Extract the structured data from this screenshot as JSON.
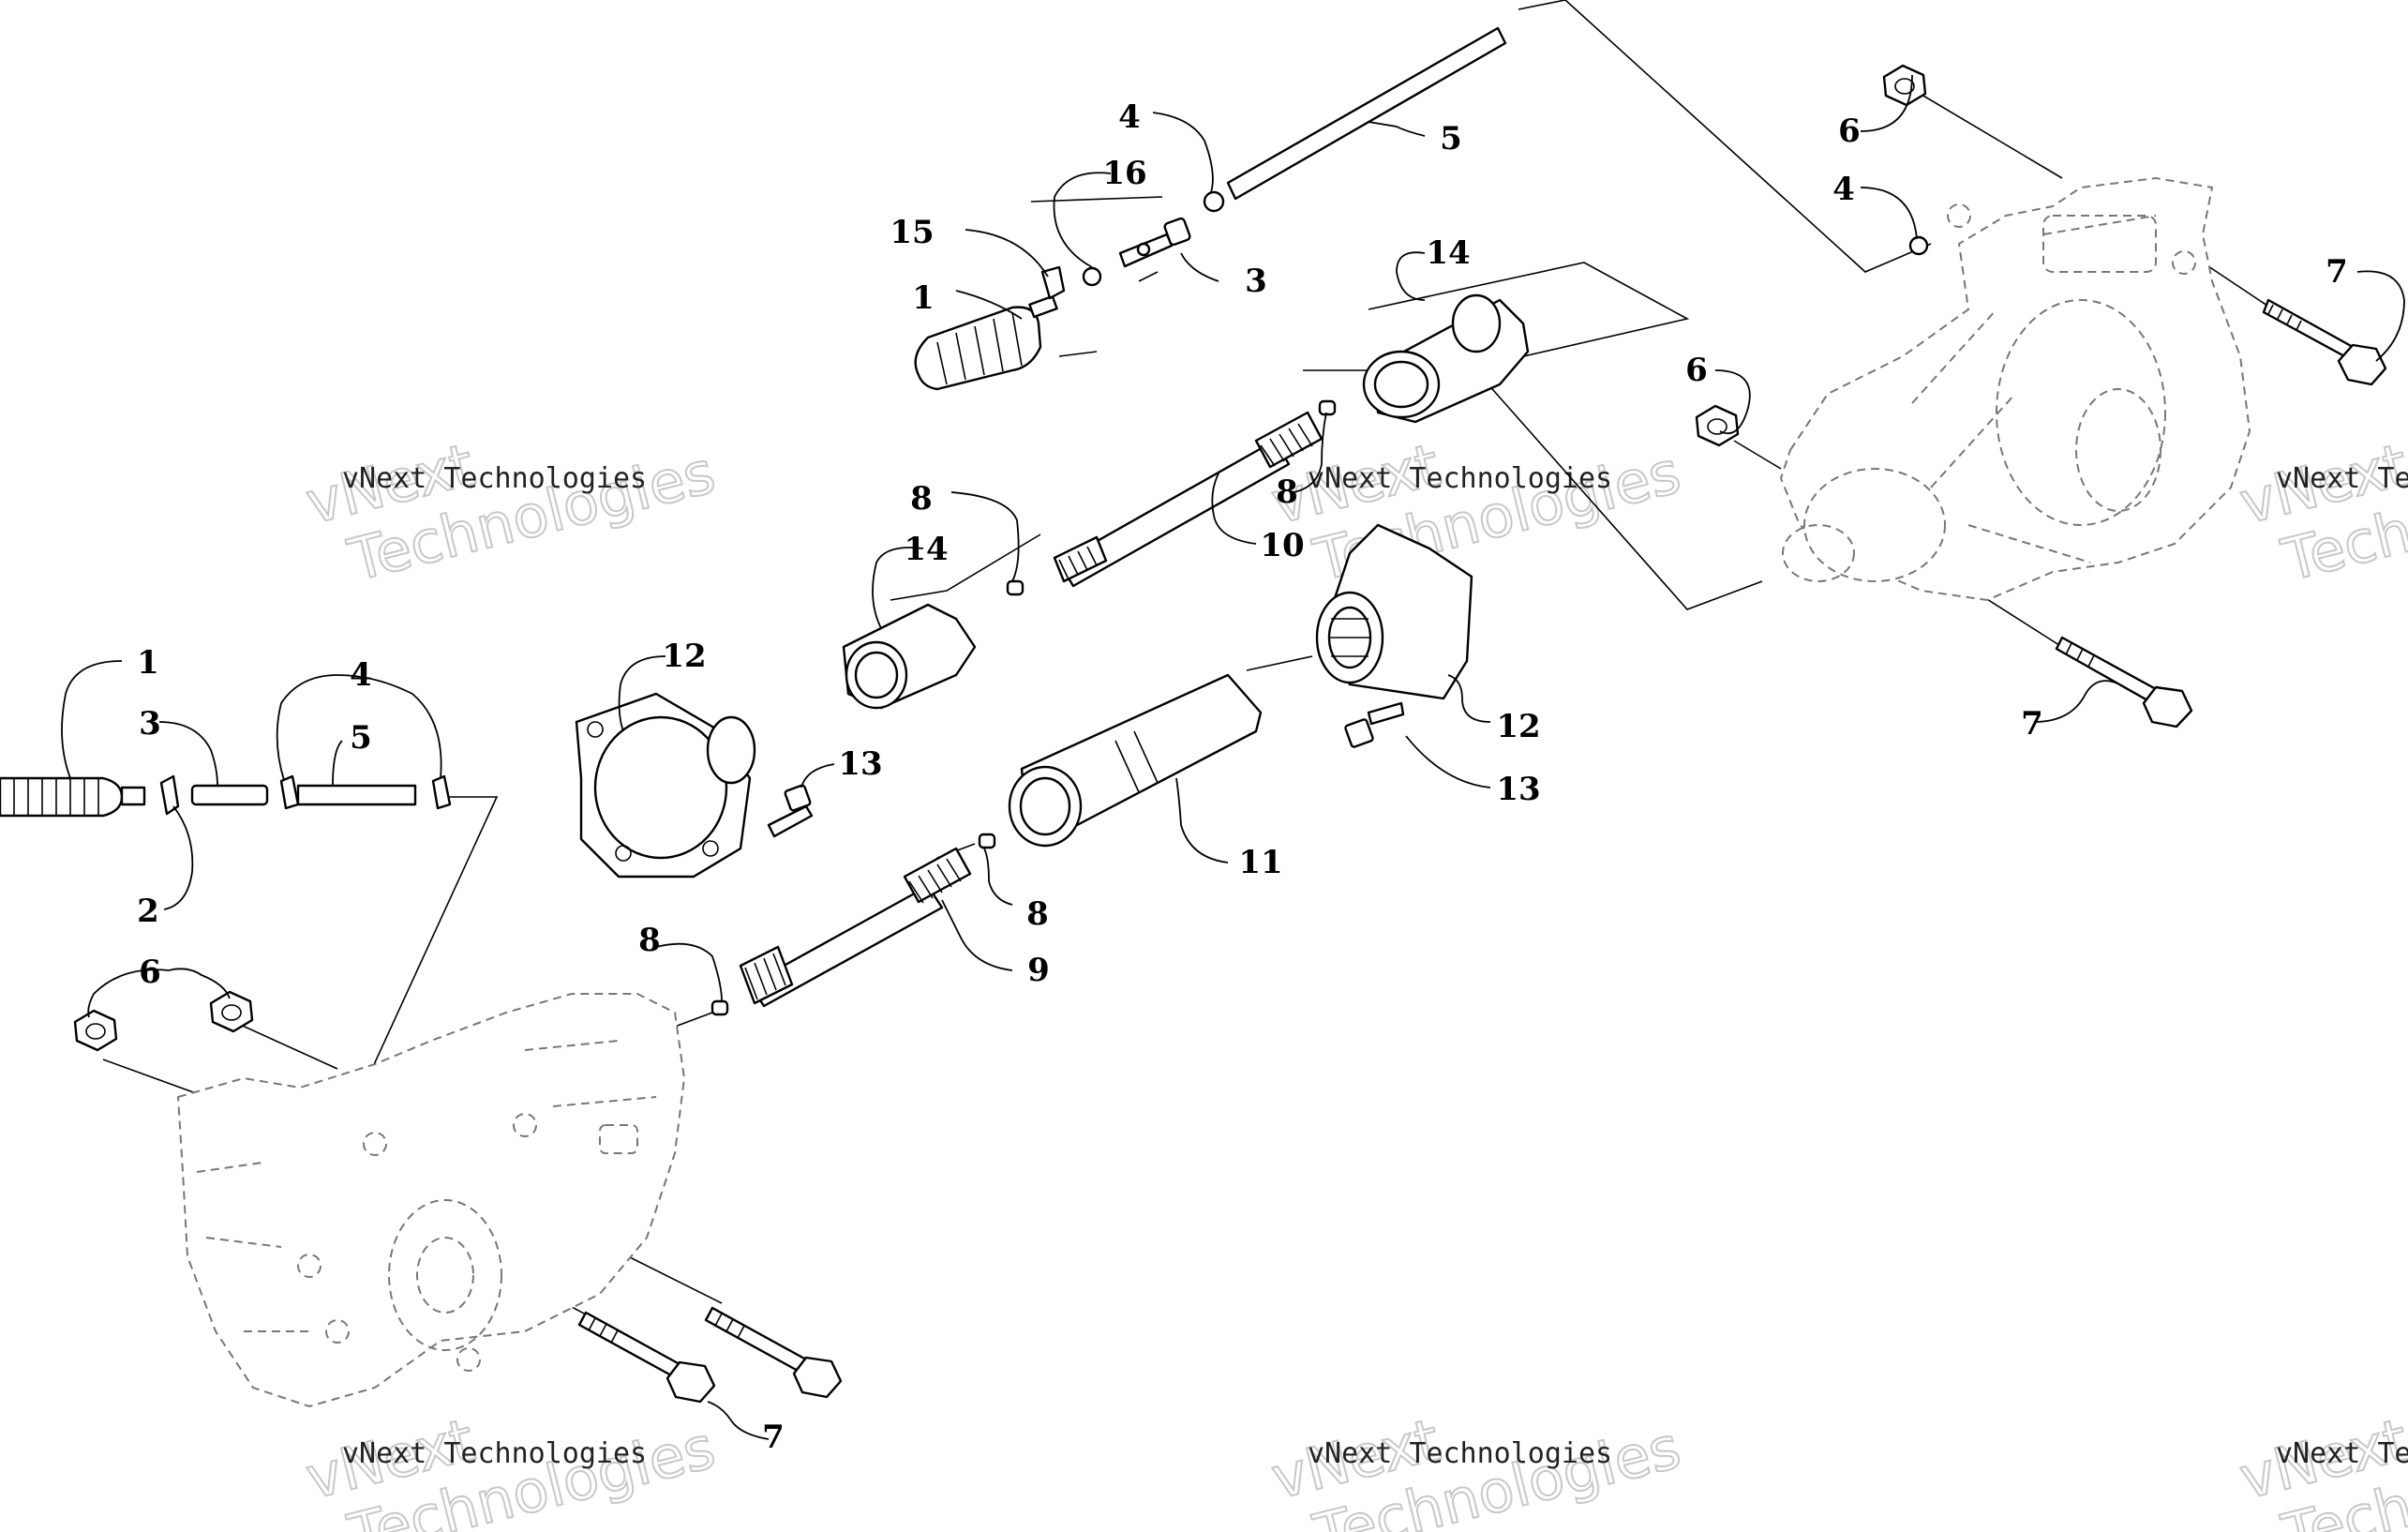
{
  "diagram": {
    "callouts": {
      "c1a": "1",
      "c15": "15",
      "c16": "16",
      "c4a": "4",
      "c5a": "5",
      "c3a": "3",
      "c14a": "14",
      "c8a": "8",
      "c10": "10",
      "c8b": "8",
      "c14b": "14",
      "c12a": "12",
      "c13a": "13",
      "c12b": "12",
      "c13b": "13",
      "c11": "11",
      "c8c": "8",
      "c9": "9",
      "c8d": "8",
      "c1b": "1",
      "c3b": "3",
      "c4b": "4",
      "c5b": "5",
      "c2": "2",
      "c6a": "6",
      "c7a": "7",
      "c6b": "6",
      "c4c": "4",
      "c7b": "7",
      "c6c": "6",
      "c7c": "7"
    },
    "watermarks": [
      {
        "line1": "vNext Technologies",
        "line2": "vNext",
        "line3": "Technologies"
      },
      {
        "line1": "vNext Technologies",
        "line2": "vNext",
        "line3": "Technologies"
      },
      {
        "line1": "vNext Technologies",
        "line2": "vNext",
        "line3": "Technologies"
      },
      {
        "line1": "vNext Technologies",
        "line2": "vNext",
        "line3": "Technologies"
      },
      {
        "line1": "vNext Technologies",
        "line2": "vNext",
        "line3": "Technologies"
      },
      {
        "line1": "vNext Technologies",
        "line2": "vNext",
        "line3": "Technologies"
      }
    ]
  }
}
